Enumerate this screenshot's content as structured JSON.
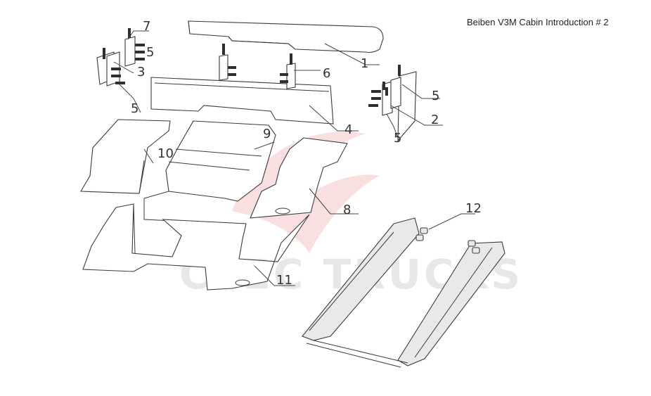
{
  "title": "Beiben V3M Cabin Introduction # 2",
  "watermark": "CEEC TRUCKS",
  "callouts": {
    "c1": "1",
    "c2": "2",
    "c3": "3",
    "c4": "4",
    "c5a": "5",
    "c5b": "5",
    "c5c": "5",
    "c5d": "5",
    "c6": "6",
    "c7": "7",
    "c8": "8",
    "c9": "9",
    "c10": "10",
    "c11": "11",
    "c12": "12"
  }
}
